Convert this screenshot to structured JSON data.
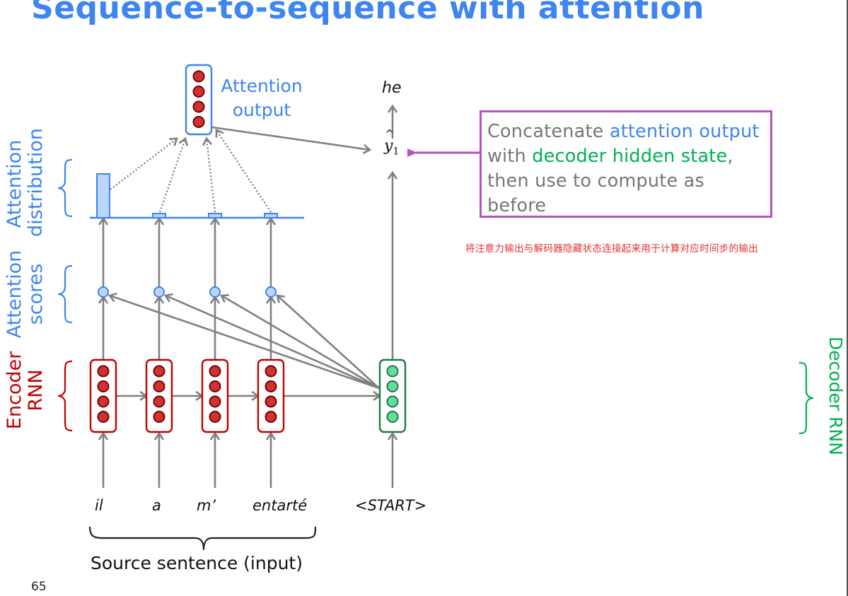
{
  "slide": {
    "title": "Sequence-to-sequence with attention",
    "page_number": "65"
  },
  "colors": {
    "title_blue": "#3d85f0",
    "encoder_red": "#c00000",
    "decoder_green": "#00b04f",
    "callout_purple": "#b552c0",
    "arrow_gray": "#808080",
    "note_red": "#e83030"
  },
  "labels": {
    "attention_distribution": [
      "Attention",
      "distribution"
    ],
    "attention_scores": [
      "Attention",
      "scores"
    ],
    "encoder_rnn": [
      "Encoder",
      "RNN"
    ],
    "decoder_rnn": "Decoder RNN",
    "attention_output": [
      "Attention",
      "output"
    ],
    "source_sentence": "Source sentence (input)"
  },
  "source_words": [
    "il",
    "a",
    "m’",
    "entarté"
  ],
  "decoder_input": "<START>",
  "decoder_output_word": "he",
  "prediction_symbol": "y",
  "prediction_subscript": "1",
  "attention_distribution_weights": [
    0.86,
    0.05,
    0.05,
    0.04
  ],
  "callout": {
    "part1": "Concatenate ",
    "part2_blue": "attention output",
    "part3": " with ",
    "part4_green": "decoder hidden state",
    "part5": ", then use to compute as before"
  },
  "annotation_cn": "将注意力输出与解码器隐藏状态连接起来用于计算对应时间步的输出"
}
